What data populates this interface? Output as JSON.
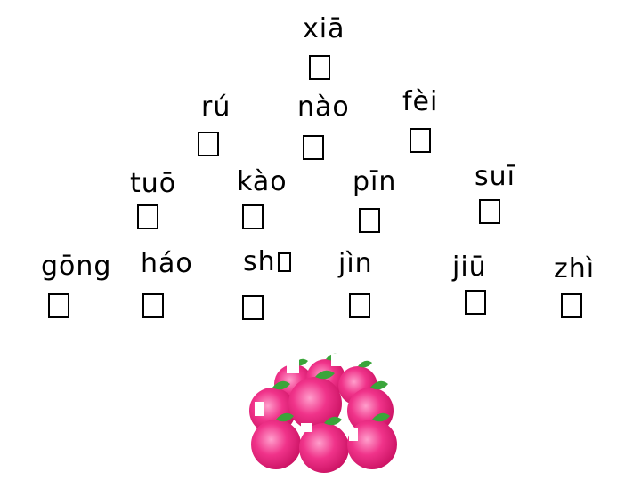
{
  "pinyin_rows": {
    "row1": [
      "xiā"
    ],
    "row2": [
      "rú",
      "nào",
      "fèi"
    ],
    "row3": [
      "tuō",
      "kào",
      "pīn",
      "suī"
    ],
    "row4": [
      "gōng",
      "háo",
      "sh",
      "jìn",
      "jiū",
      "zhì"
    ]
  },
  "colors": {
    "text": "#000000",
    "fruit_body": "#e8166e",
    "fruit_highlight": "#ff8cc0",
    "leaf": "#3aa53a",
    "background": "#ffffff"
  },
  "icons": {
    "decoration": "peach-pile-icon"
  }
}
